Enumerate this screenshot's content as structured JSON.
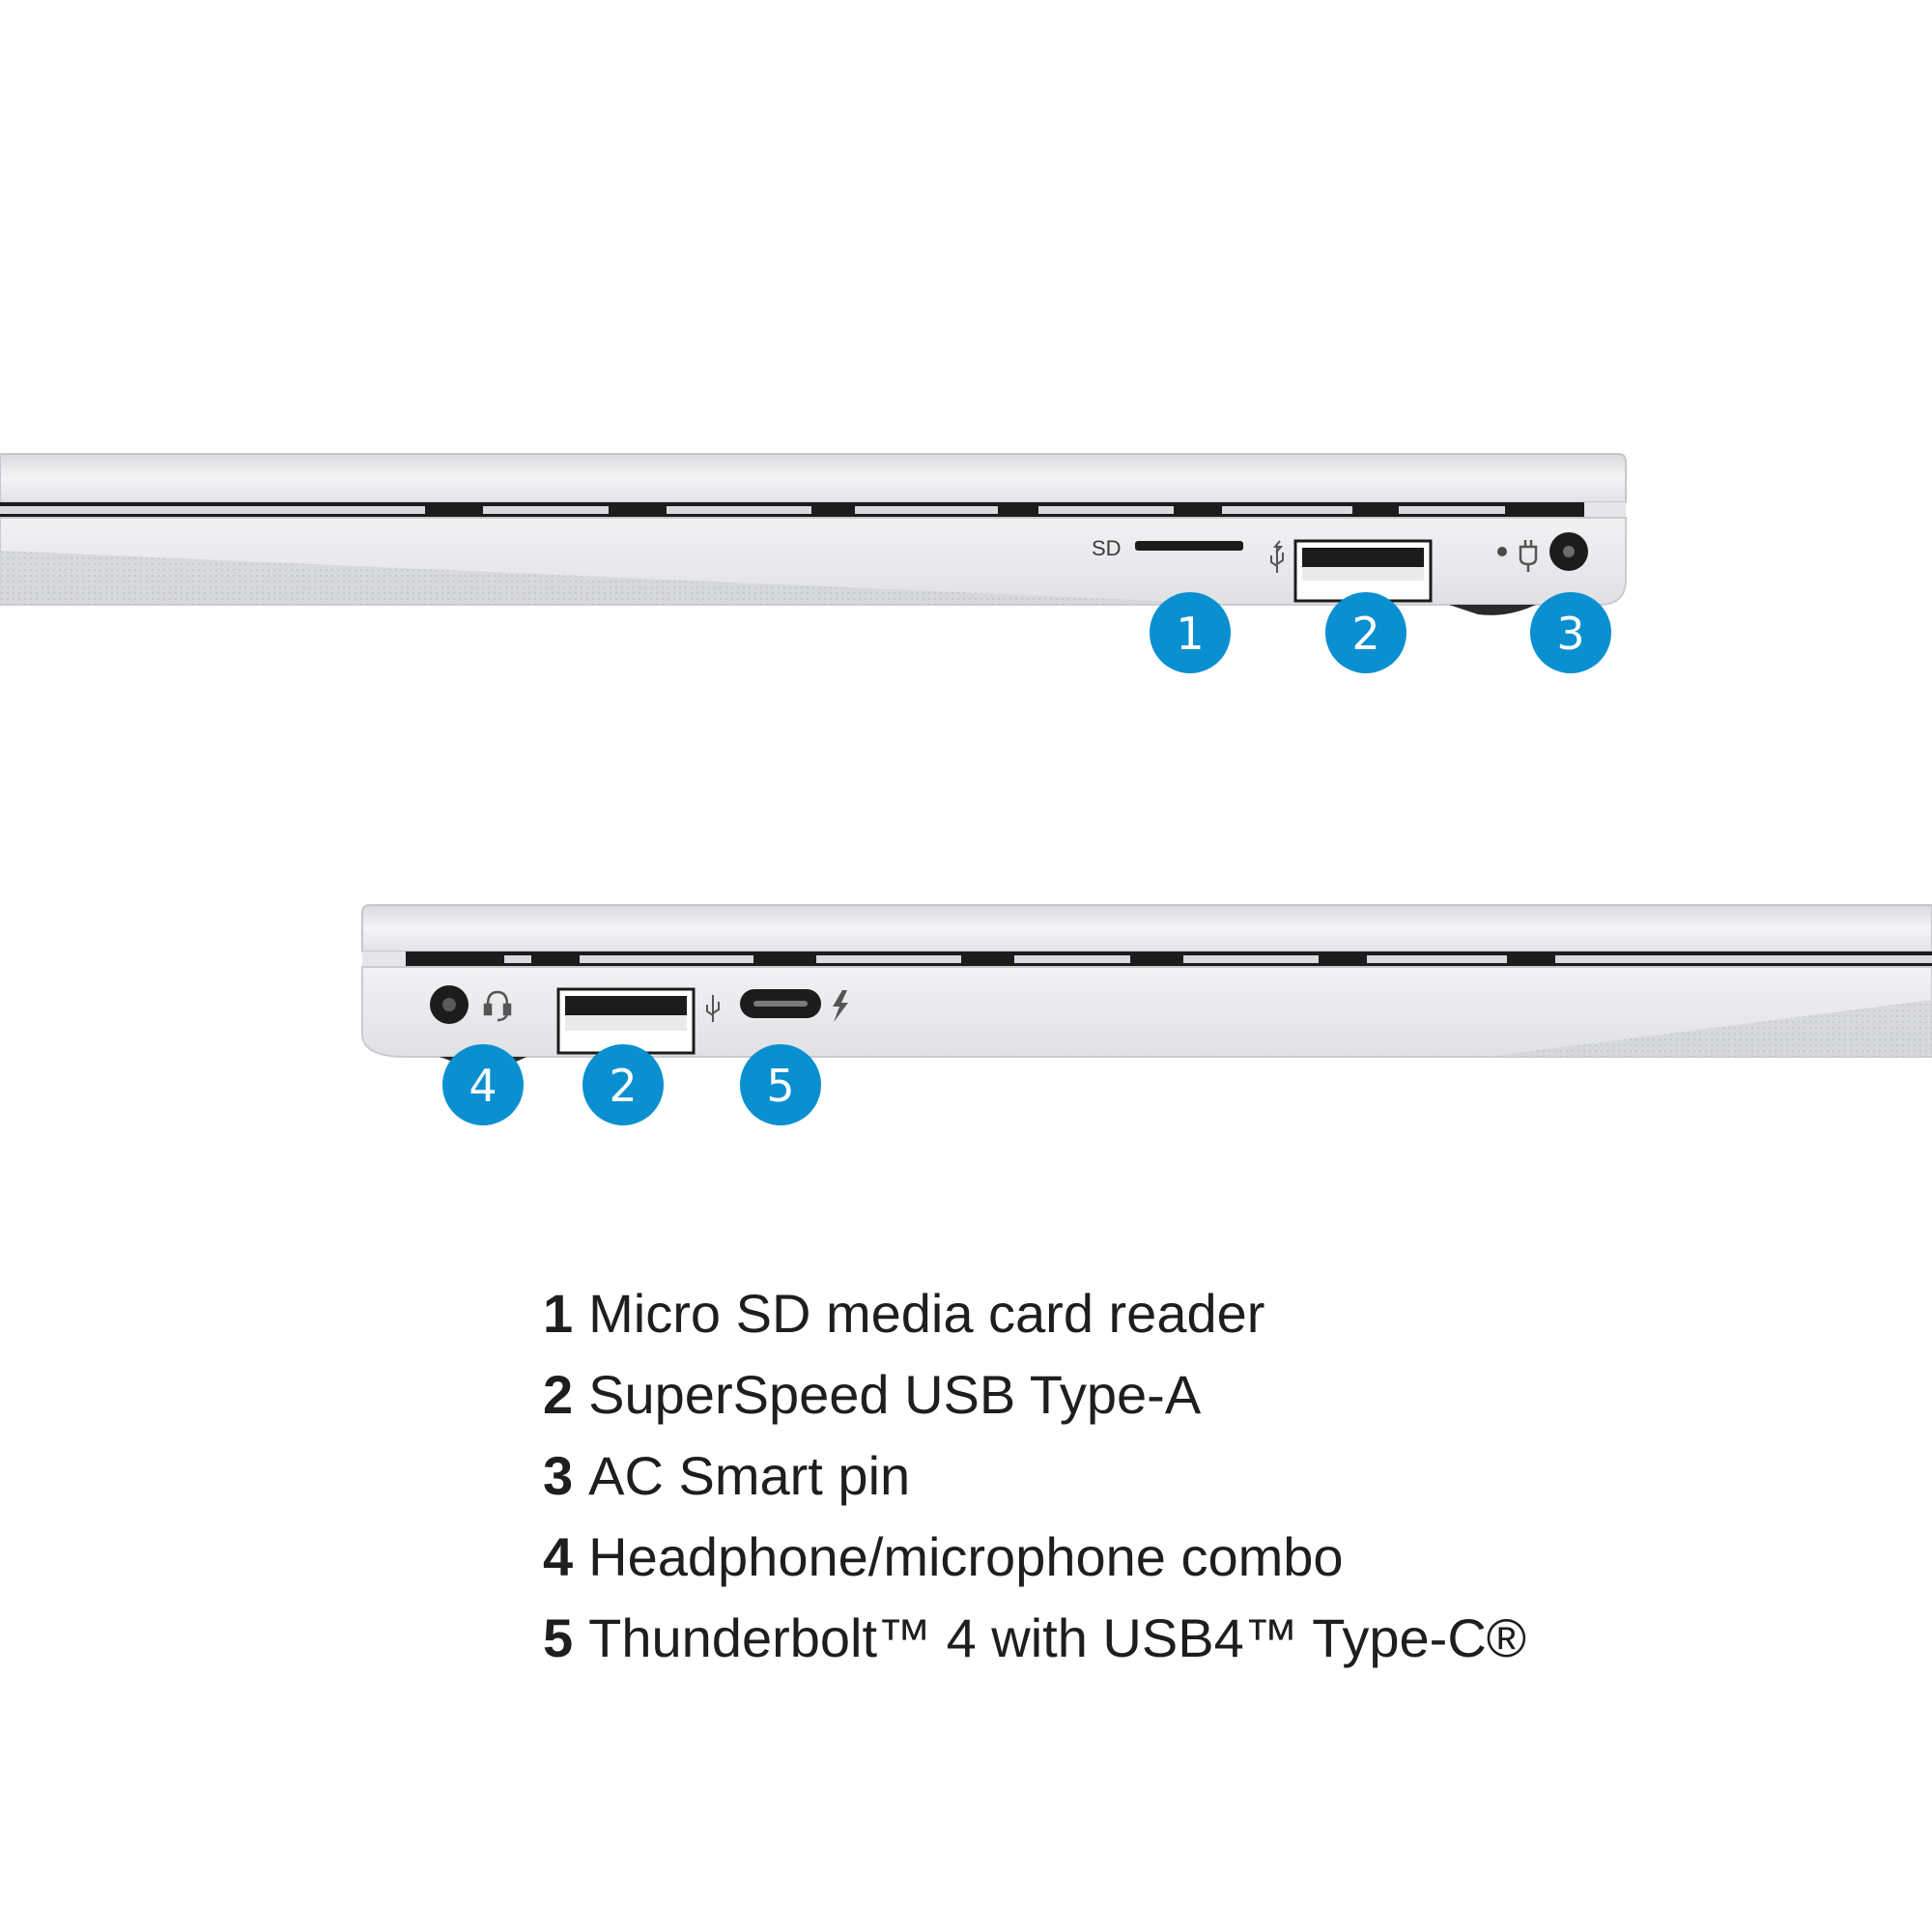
{
  "right_side": {
    "sd_label": "SD",
    "badges": [
      "1",
      "2",
      "3"
    ]
  },
  "left_side": {
    "badges": [
      "4",
      "2",
      "5"
    ]
  },
  "legend": [
    {
      "num": "1",
      "text": "Micro SD media card reader"
    },
    {
      "num": "2",
      "text": "SuperSpeed USB Type-A"
    },
    {
      "num": "3",
      "text": "AC Smart pin"
    },
    {
      "num": "4",
      "text": "Headphone/microphone combo"
    },
    {
      "num": "5",
      "text": "Thunderbolt™ 4 with USB4™ Type-C®"
    }
  ],
  "colors": {
    "badge": "#0a8fd1",
    "chassis_light": "#eeeff1",
    "chassis_mid": "#d6d8db",
    "chassis_dark": "#1c1c1c",
    "text": "#1e1e1e"
  }
}
